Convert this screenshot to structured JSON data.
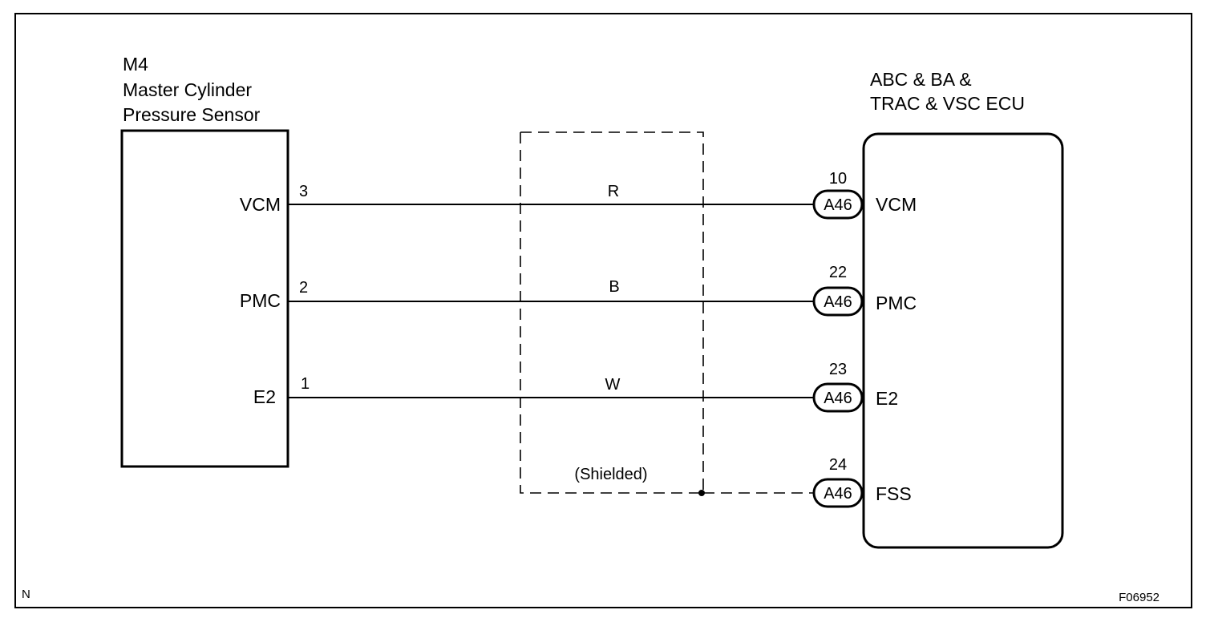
{
  "figure_id": "F06952",
  "corner_mark": "N",
  "sensor": {
    "code": "M4",
    "name_line1": "Master Cylinder",
    "name_line2": "Pressure Sensor"
  },
  "ecu": {
    "name_line1": "ABC & BA &",
    "name_line2": "TRAC & VSC ECU"
  },
  "shield_label": "(Shielded)",
  "wires": [
    {
      "sensor_terminal": "VCM",
      "sensor_pin": "3",
      "color": "R",
      "ecu_pin": "10",
      "connector": "A46",
      "ecu_terminal": "VCM"
    },
    {
      "sensor_terminal": "PMC",
      "sensor_pin": "2",
      "color": "B",
      "ecu_pin": "22",
      "connector": "A46",
      "ecu_terminal": "PMC"
    },
    {
      "sensor_terminal": "E2",
      "sensor_pin": "1",
      "color": "W",
      "ecu_pin": "23",
      "connector": "A46",
      "ecu_terminal": "E2"
    }
  ],
  "shield_ground": {
    "ecu_pin": "24",
    "connector": "A46",
    "ecu_terminal": "FSS"
  }
}
